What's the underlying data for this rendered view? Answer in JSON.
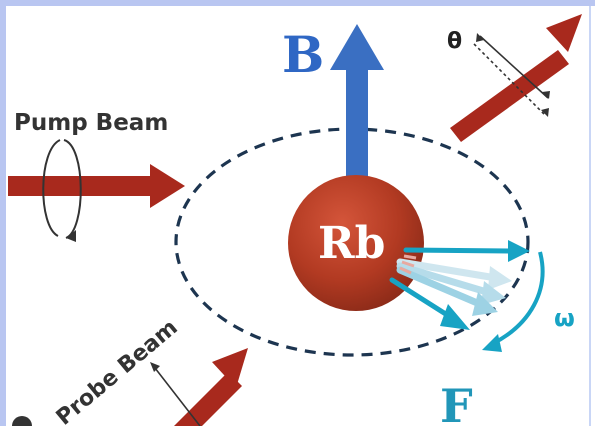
{
  "labels": {
    "pump_beam": "Pump Beam",
    "probe_beam": "Probe Beam",
    "magnetic_field": "B",
    "atom": "Rb",
    "angle": "θ",
    "precession": "ω",
    "spin": "F"
  },
  "colors": {
    "background_frame": "#b9c6f1",
    "beam": "#a8291d",
    "field_arrow": "#3a6fc2",
    "atom_fill": "#b23a22",
    "spin_vector": "#17a3c4",
    "orbit": "#1d3550",
    "label_blue": "#2f67c4",
    "label_dark": "#333333"
  }
}
